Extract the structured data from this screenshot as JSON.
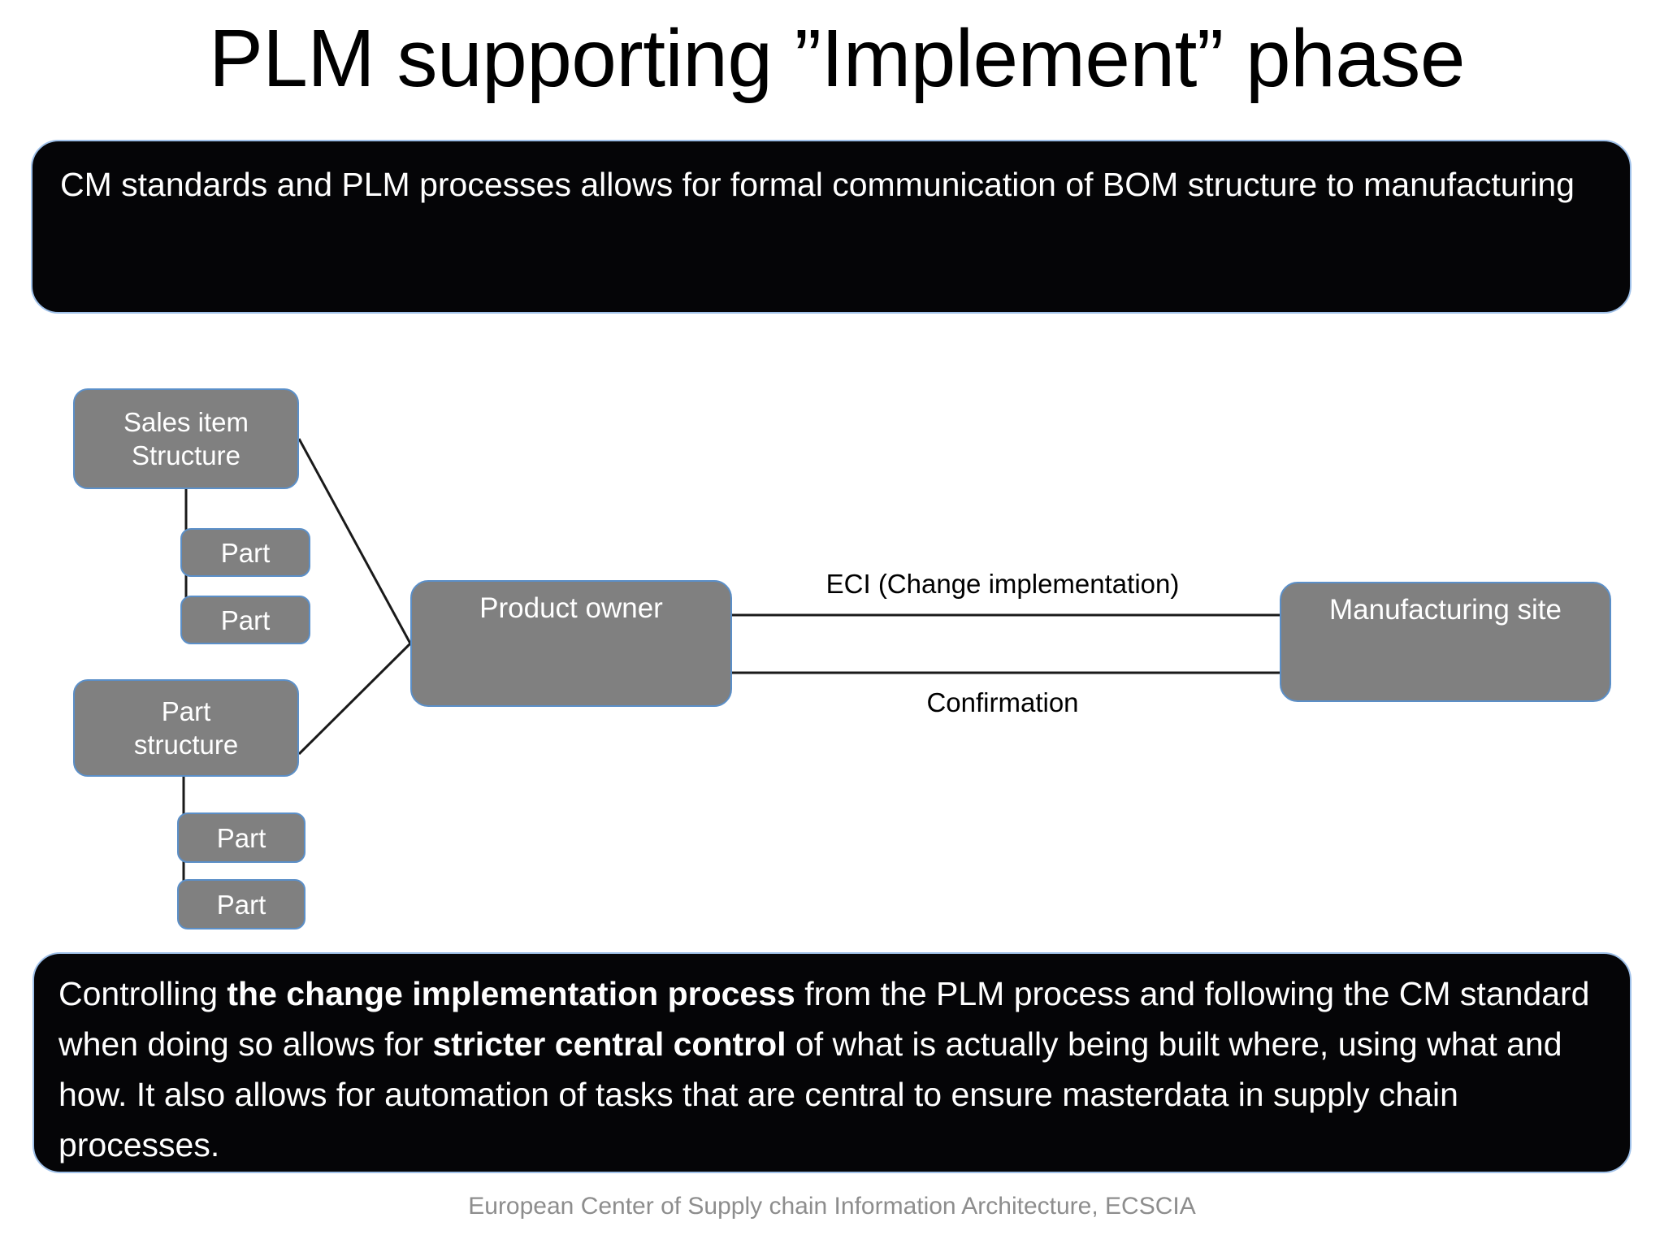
{
  "slide": {
    "title": "PLM supporting ”Implement” phase",
    "background_color": "#ffffff"
  },
  "callout_top": {
    "text": "CM standards and PLM processes allows for formal  communication of BOM structure  to manufacturing",
    "background_color": "#050507",
    "border_color": "#9fc0e8",
    "text_color": "#ffffff"
  },
  "callout_bottom": {
    "text_parts": [
      {
        "text": "Controlling ",
        "bold": false
      },
      {
        "text": "the change implementation process",
        "bold": true
      },
      {
        "text": " from the PLM process and following the CM standard when doing so allows for ",
        "bold": false
      },
      {
        "text": "stricter central control",
        "bold": true
      },
      {
        "text": " of what is actually being built where, using what and how. It also allows for automation of tasks that are central to ensure masterdata in supply chain processes.",
        "bold": false
      }
    ],
    "plain_text": "Controlling the change implementation process from the PLM process and following the CM standard when doing so allows for stricter central control of what is actually being built where, using what and how. It also allows for automation of tasks that are central to ensure masterdata in supply chain processes.",
    "background_color": "#050507",
    "border_color": "#9fc0e8",
    "text_color": "#ffffff"
  },
  "diagram": {
    "node_fill_color": "#808080",
    "node_border_color": "#5b8fc8",
    "node_text_color": "#ffffff",
    "connector_color": "#1a1a1a",
    "nodes": [
      {
        "id": "sales-item-structure",
        "label": "Sales item\nStructure"
      },
      {
        "id": "part-1",
        "label": "Part"
      },
      {
        "id": "part-2",
        "label": "Part"
      },
      {
        "id": "part-structure",
        "label": "Part\nstructure"
      },
      {
        "id": "part-3",
        "label": "Part"
      },
      {
        "id": "part-4",
        "label": "Part"
      },
      {
        "id": "product-owner",
        "label": "Product owner"
      },
      {
        "id": "manufacturing-site",
        "label": "Manufacturing site"
      }
    ],
    "flows": [
      {
        "id": "eci",
        "label": "ECI (Change implementation)",
        "from": "product-owner",
        "to": "manufacturing-site"
      },
      {
        "id": "confirmation",
        "label": "Confirmation",
        "from": "manufacturing-site",
        "to": "product-owner"
      }
    ]
  },
  "footer": {
    "text": "European Center of Supply chain Information Architecture, ECSCIA",
    "color": "#8d8d8d"
  }
}
